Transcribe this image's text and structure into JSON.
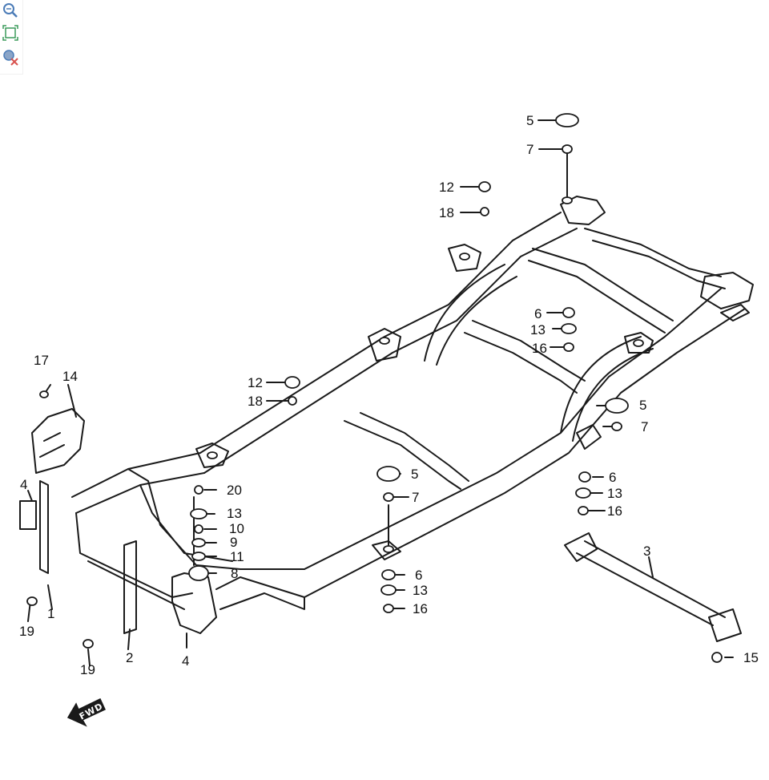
{
  "toolbar": {
    "tools": [
      {
        "name": "zoom-in-icon"
      },
      {
        "name": "fit-to-screen-icon"
      },
      {
        "name": "reset-zoom-icon"
      }
    ]
  },
  "colors": {
    "line": "#1a1a1a",
    "toolbar_icon": "#4a7bb7",
    "toolbar_cross": "#d9534f"
  },
  "fwd_label": "FWD",
  "callouts": [
    {
      "id": "5-top",
      "text": "5"
    },
    {
      "id": "7-top",
      "text": "7"
    },
    {
      "id": "12-top",
      "text": "12"
    },
    {
      "id": "18-top",
      "text": "18"
    },
    {
      "id": "6-mid",
      "text": "6"
    },
    {
      "id": "13-mid",
      "text": "13"
    },
    {
      "id": "16-mid",
      "text": "16"
    },
    {
      "id": "12-left",
      "text": "12"
    },
    {
      "id": "18-left",
      "text": "18"
    },
    {
      "id": "5-right",
      "text": "5"
    },
    {
      "id": "7-right",
      "text": "7"
    },
    {
      "id": "6-right",
      "text": "6"
    },
    {
      "id": "13-right",
      "text": "13"
    },
    {
      "id": "16-right",
      "text": "16"
    },
    {
      "id": "17",
      "text": "17"
    },
    {
      "id": "14",
      "text": "14"
    },
    {
      "id": "4-left",
      "text": "4"
    },
    {
      "id": "20",
      "text": "20"
    },
    {
      "id": "13-front",
      "text": "13"
    },
    {
      "id": "10",
      "text": "10"
    },
    {
      "id": "9",
      "text": "9"
    },
    {
      "id": "11",
      "text": "11"
    },
    {
      "id": "8",
      "text": "8"
    },
    {
      "id": "5-center",
      "text": "5"
    },
    {
      "id": "7-center",
      "text": "7"
    },
    {
      "id": "6-center",
      "text": "6"
    },
    {
      "id": "13-center",
      "text": "13"
    },
    {
      "id": "16-center",
      "text": "16"
    },
    {
      "id": "3",
      "text": "3"
    },
    {
      "id": "15",
      "text": "15"
    },
    {
      "id": "1",
      "text": "1"
    },
    {
      "id": "19-a",
      "text": "19"
    },
    {
      "id": "2",
      "text": "2"
    },
    {
      "id": "19-b",
      "text": "19"
    },
    {
      "id": "4-bottom",
      "text": "4"
    }
  ]
}
